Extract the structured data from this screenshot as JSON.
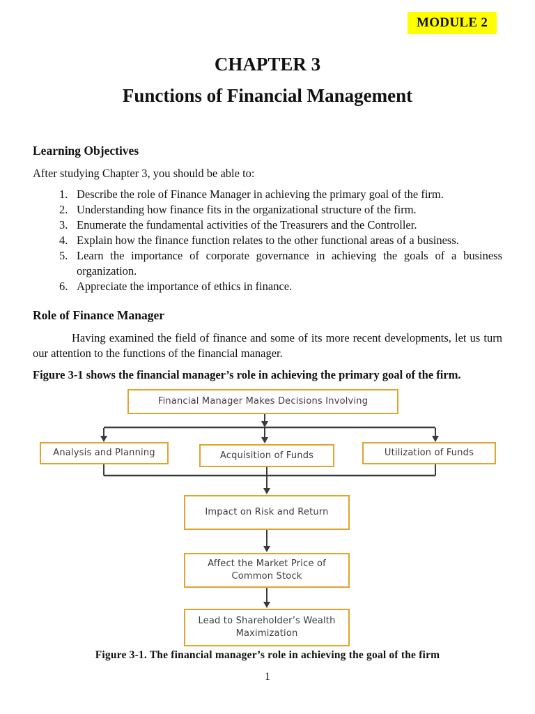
{
  "colors": {
    "badge_bg": "#ffff00",
    "box_border": "#dfa32e",
    "connector": "#3a3a3a"
  },
  "badge": {
    "label": "MODULE 2"
  },
  "title": {
    "line1": "CHAPTER 3",
    "line2": "Functions of Financial Management"
  },
  "learning_objectives": {
    "heading": "Learning Objectives",
    "intro": "After studying Chapter 3, you should be able to:",
    "items": [
      {
        "num": "1.",
        "text": "Describe the role of Finance Manager in achieving the primary goal of the firm."
      },
      {
        "num": "2.",
        "text": "Understanding how finance fits in the organizational structure of the firm."
      },
      {
        "num": "3.",
        "text": "Enumerate the fundamental activities of the Treasurers and the Controller."
      },
      {
        "num": "4.",
        "text": "Explain how the finance function relates to the other functional areas of a business."
      },
      {
        "num": "5.",
        "text": "Learn the importance of corporate governance in achieving the goals of a business organization."
      },
      {
        "num": "6.",
        "text": "Appreciate the importance of ethics in finance."
      }
    ]
  },
  "role": {
    "heading": "Role of Finance Manager",
    "paragraph": "Having examined the field of finance and some of its more recent developments, let us turn our attention to the functions of the financial manager."
  },
  "figure_lead": {
    "label": "Figure 3-1",
    "text": "shows the financial manager’s role in achieving the primary goal of the firm."
  },
  "figure": {
    "nodes": {
      "top": "Financial Manager Makes Decisions Involving",
      "left": "Analysis and Planning",
      "center": "Acquisition of Funds",
      "right": "Utilization of Funds",
      "impact": "Impact on Risk and Return",
      "affect": "Affect the Market Price of Common Stock",
      "lead": "Lead to Shareholder’s Wealth Maximization"
    },
    "caption": "Figure 3-1. The financial manager’s role in achieving the goal of the firm"
  },
  "footer": {
    "page_number": "1"
  }
}
